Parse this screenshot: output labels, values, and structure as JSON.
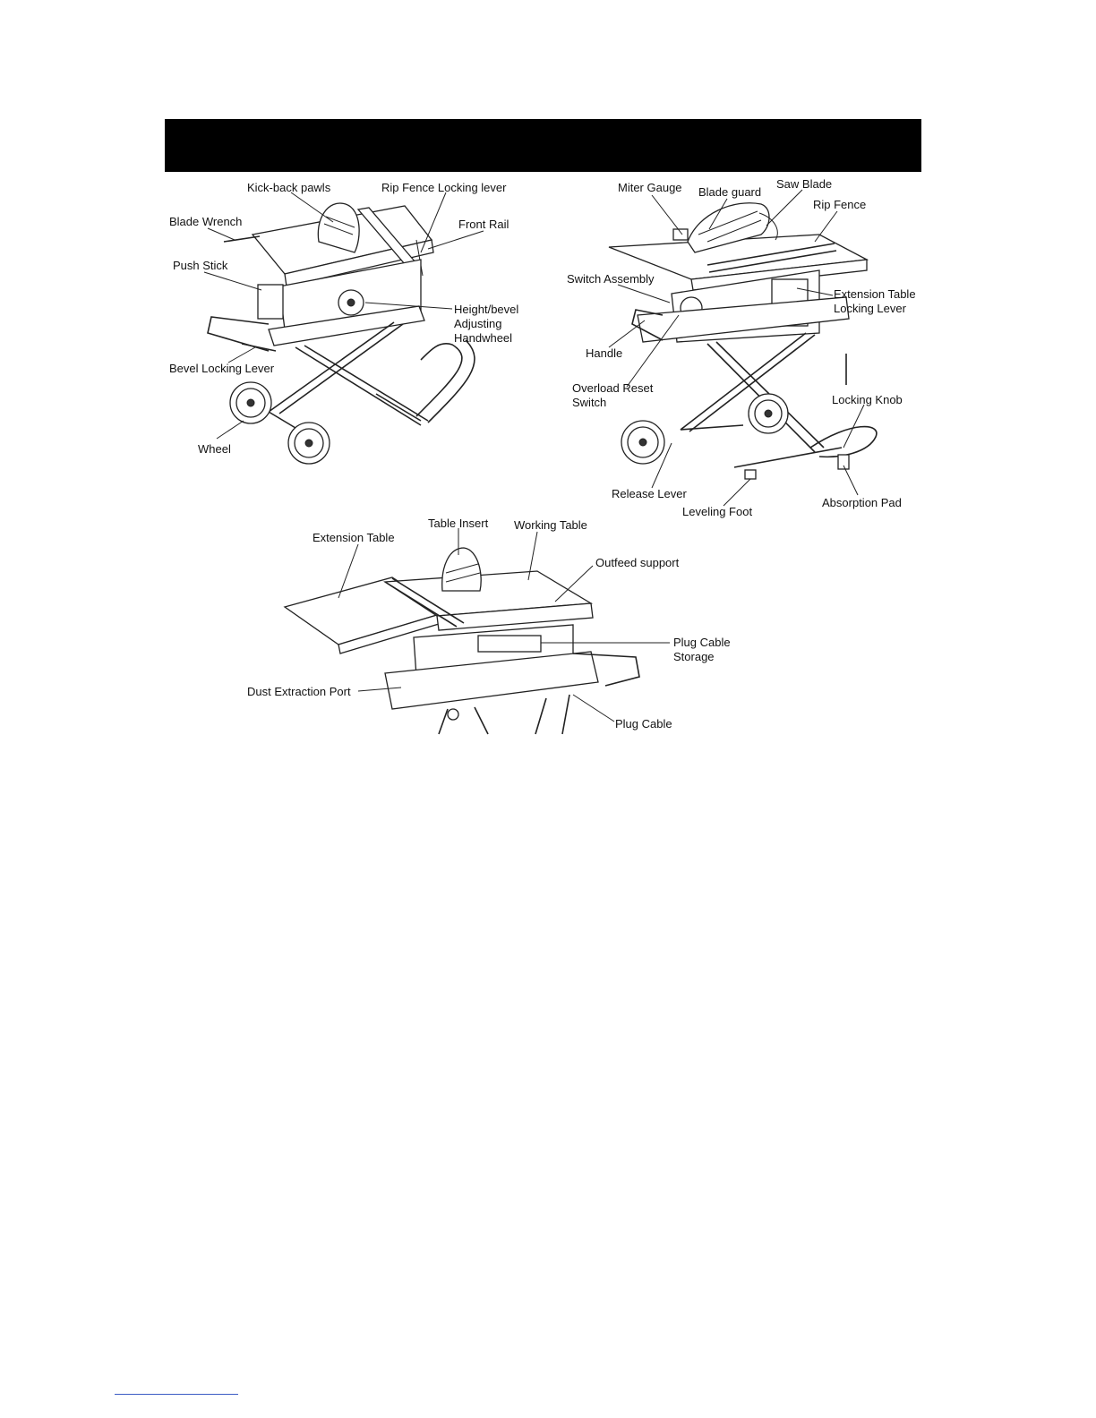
{
  "figure_top_left": {
    "labels": {
      "kick_back_pawls": "Kick-back pawls",
      "rip_fence_locking_lever": "Rip Fence Locking lever",
      "blade_wrench": "Blade Wrench",
      "front_rail": "Front Rail",
      "push_stick": "Push Stick",
      "height_bevel_handwheel": "Height/bevel\nAdjusting\nHandwheel",
      "bevel_locking_lever": "Bevel Locking  Lever",
      "wheel": "Wheel"
    }
  },
  "figure_top_right": {
    "labels": {
      "miter_gauge": "Miter Gauge",
      "blade_guard": "Blade guard",
      "saw_blade": "Saw Blade",
      "rip_fence": "Rip Fence",
      "switch_assembly": "Switch Assembly",
      "extension_table_locking_lever": "Extension Table\nLocking Lever",
      "handle": "Handle",
      "overload_reset_switch": "Overload Reset\nSwitch",
      "locking_knob": "Locking Knob",
      "release_lever": "Release Lever",
      "leveling_foot": "Leveling Foot",
      "absorption_pad": "Absorption Pad"
    }
  },
  "figure_bottom": {
    "labels": {
      "table_insert": "Table Insert",
      "working_table": "Working Table",
      "extension_table": "Extension Table",
      "outfeed_support": "Outfeed support",
      "plug_cable_storage": "Plug Cable\nStorage",
      "dust_extraction_port": "Dust Extraction Port",
      "plug_cable": "Plug Cable"
    }
  }
}
